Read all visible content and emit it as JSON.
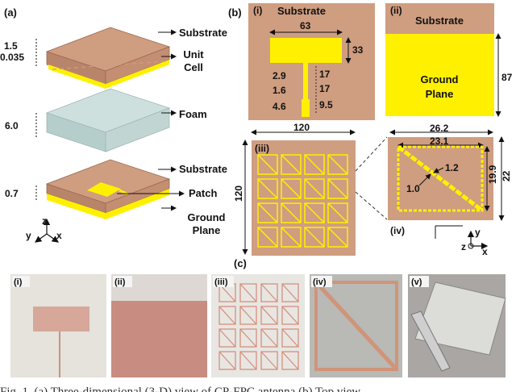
{
  "panel_a": {
    "label": "(a)",
    "layers": {
      "substrate_top": "Substrate",
      "unit_cell_1": "Unit",
      "unit_cell_2": "Cell",
      "foam": "Foam",
      "substrate_bottom": "Substrate",
      "patch": "Patch",
      "ground_1": "Ground",
      "ground_2": "Plane"
    },
    "dims": {
      "d1": "1.5",
      "d2": "0.035",
      "d3": "6.0",
      "d4": "0.7"
    },
    "axes": {
      "z": "z",
      "y": "y",
      "x": "x"
    }
  },
  "panel_b": {
    "label": "(b)",
    "i": {
      "tag": "(i)",
      "title": "Substrate",
      "w": "63",
      "h": "33",
      "a": "2.9",
      "b": "1.6",
      "c": "4.6",
      "r1": "17",
      "r2": "17",
      "r3": "9.5"
    },
    "ii": {
      "tag": "(ii)",
      "title": "Substrate",
      "ground": "Ground",
      "plane": "Plane",
      "h": "87"
    },
    "iii": {
      "tag": "(iii)",
      "w": "120",
      "h": "120"
    },
    "iv": {
      "tag": "(iv)",
      "w_outer": "26.2",
      "w_inner": "23.1",
      "h_inner": "19.9",
      "h_outer": "22",
      "a": "1.2",
      "b": "1.0",
      "ax_z": "z",
      "ax_y": "y",
      "ax_x": "x"
    }
  },
  "panel_c": {
    "label": "(c)",
    "photos": [
      "(i)",
      "(ii)",
      "(iii)",
      "(iv)",
      "(v)"
    ]
  },
  "caption_partial": "Fig. 1. (a) Three-dimensional (3-D) view of CP-FPC antenna (b) Top view",
  "colors": {
    "copper": "#cf9d80",
    "copper_dark": "#a66f55",
    "foam": "#c8dbd9",
    "yellow": "#fff000"
  }
}
